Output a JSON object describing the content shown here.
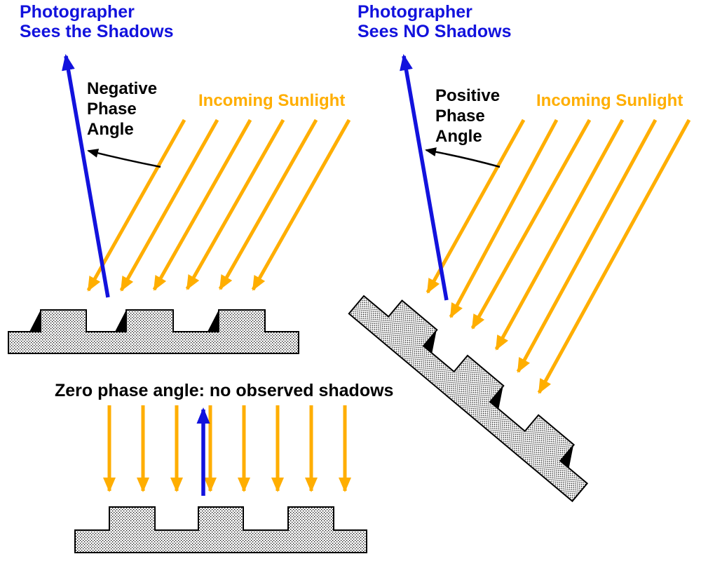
{
  "colors": {
    "observer_blue": "#1212dd",
    "sunlight_orange": "#ffae00",
    "shadow_black": "#000000",
    "surface_fill": "#ffffff",
    "surface_dot": "#000000",
    "outline": "#000000"
  },
  "left_panel": {
    "observer_label_line1": "Photographer",
    "observer_label_line2": "Sees the Shadows",
    "phase_label_line1": "Negative",
    "phase_label_line2": "Phase",
    "phase_label_line3": "Angle",
    "sunlight_label": "Incoming Sunlight",
    "sunlight_ray_count": 6,
    "shadow_count": 3
  },
  "right_panel": {
    "observer_label_line1": "Photographer",
    "observer_label_line2": "Sees NO Shadows",
    "phase_label_line1": "Positive",
    "phase_label_line2": "Phase",
    "phase_label_line3": "Angle",
    "sunlight_label": "Incoming Sunlight",
    "sunlight_ray_count": 6,
    "shadow_count": 3,
    "surface_tilt_degrees": 40
  },
  "bottom_panel": {
    "caption": "Zero phase angle: no observed shadows",
    "sunlight_ray_count": 8,
    "shadow_count": 0
  }
}
